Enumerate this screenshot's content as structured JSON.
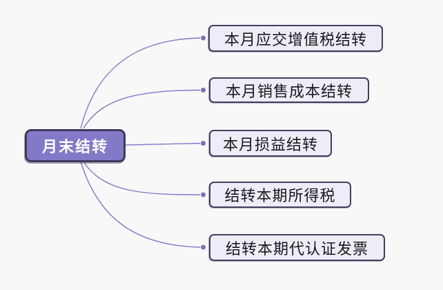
{
  "mindmap": {
    "root": {
      "label": "月末结转"
    },
    "branches": [
      {
        "label": "本月应交增值税结转"
      },
      {
        "label": "本月销售成本结转"
      },
      {
        "label": "本月损益结转"
      },
      {
        "label": "结转本期所得税"
      },
      {
        "label": "结转本期代认证发票"
      }
    ],
    "colors": {
      "background": "#f8f8f9",
      "root_fill": "#8279c8",
      "root_border": "#403b5c",
      "root_text": "#ffffff",
      "branch_fill": "#eeecf7",
      "branch_border": "#423d5f",
      "branch_text": "#1a1a1a",
      "connector_line": "#8478c9",
      "connector_dot": "#7b70c4"
    }
  }
}
